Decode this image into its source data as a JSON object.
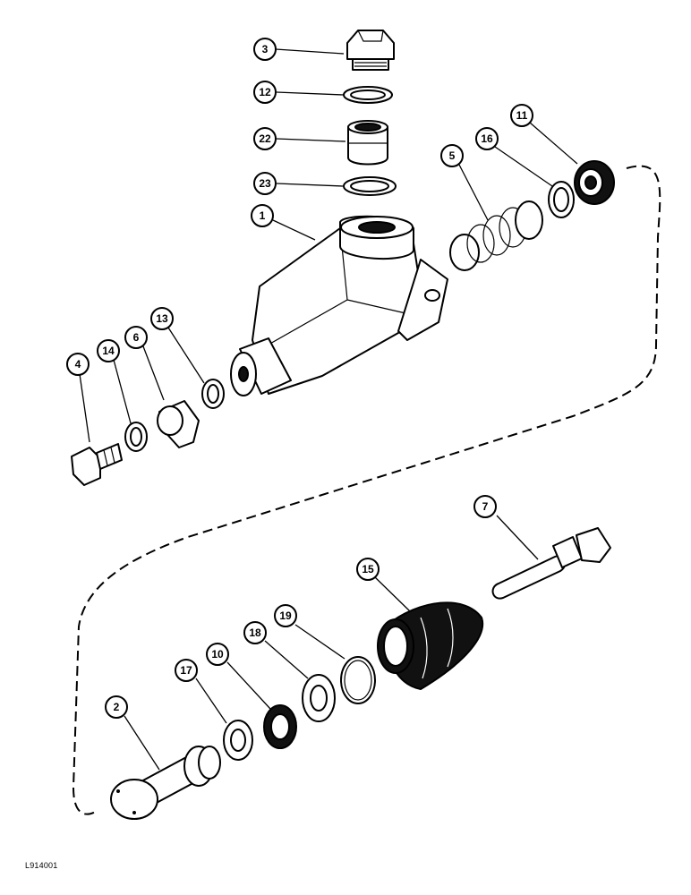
{
  "figure": {
    "code": "L914001"
  },
  "callouts": [
    {
      "id": "3",
      "label": "3"
    },
    {
      "id": "12",
      "label": "12"
    },
    {
      "id": "22",
      "label": "22"
    },
    {
      "id": "23",
      "label": "23"
    },
    {
      "id": "1",
      "label": "1"
    },
    {
      "id": "5",
      "label": "5"
    },
    {
      "id": "16",
      "label": "16"
    },
    {
      "id": "11",
      "label": "11"
    },
    {
      "id": "4",
      "label": "4"
    },
    {
      "id": "14",
      "label": "14"
    },
    {
      "id": "6",
      "label": "6"
    },
    {
      "id": "13",
      "label": "13"
    },
    {
      "id": "7",
      "label": "7"
    },
    {
      "id": "15",
      "label": "15"
    },
    {
      "id": "18",
      "label": "18"
    },
    {
      "id": "19",
      "label": "19"
    },
    {
      "id": "10",
      "label": "10"
    },
    {
      "id": "17",
      "label": "17"
    },
    {
      "id": "2",
      "label": "2"
    }
  ]
}
